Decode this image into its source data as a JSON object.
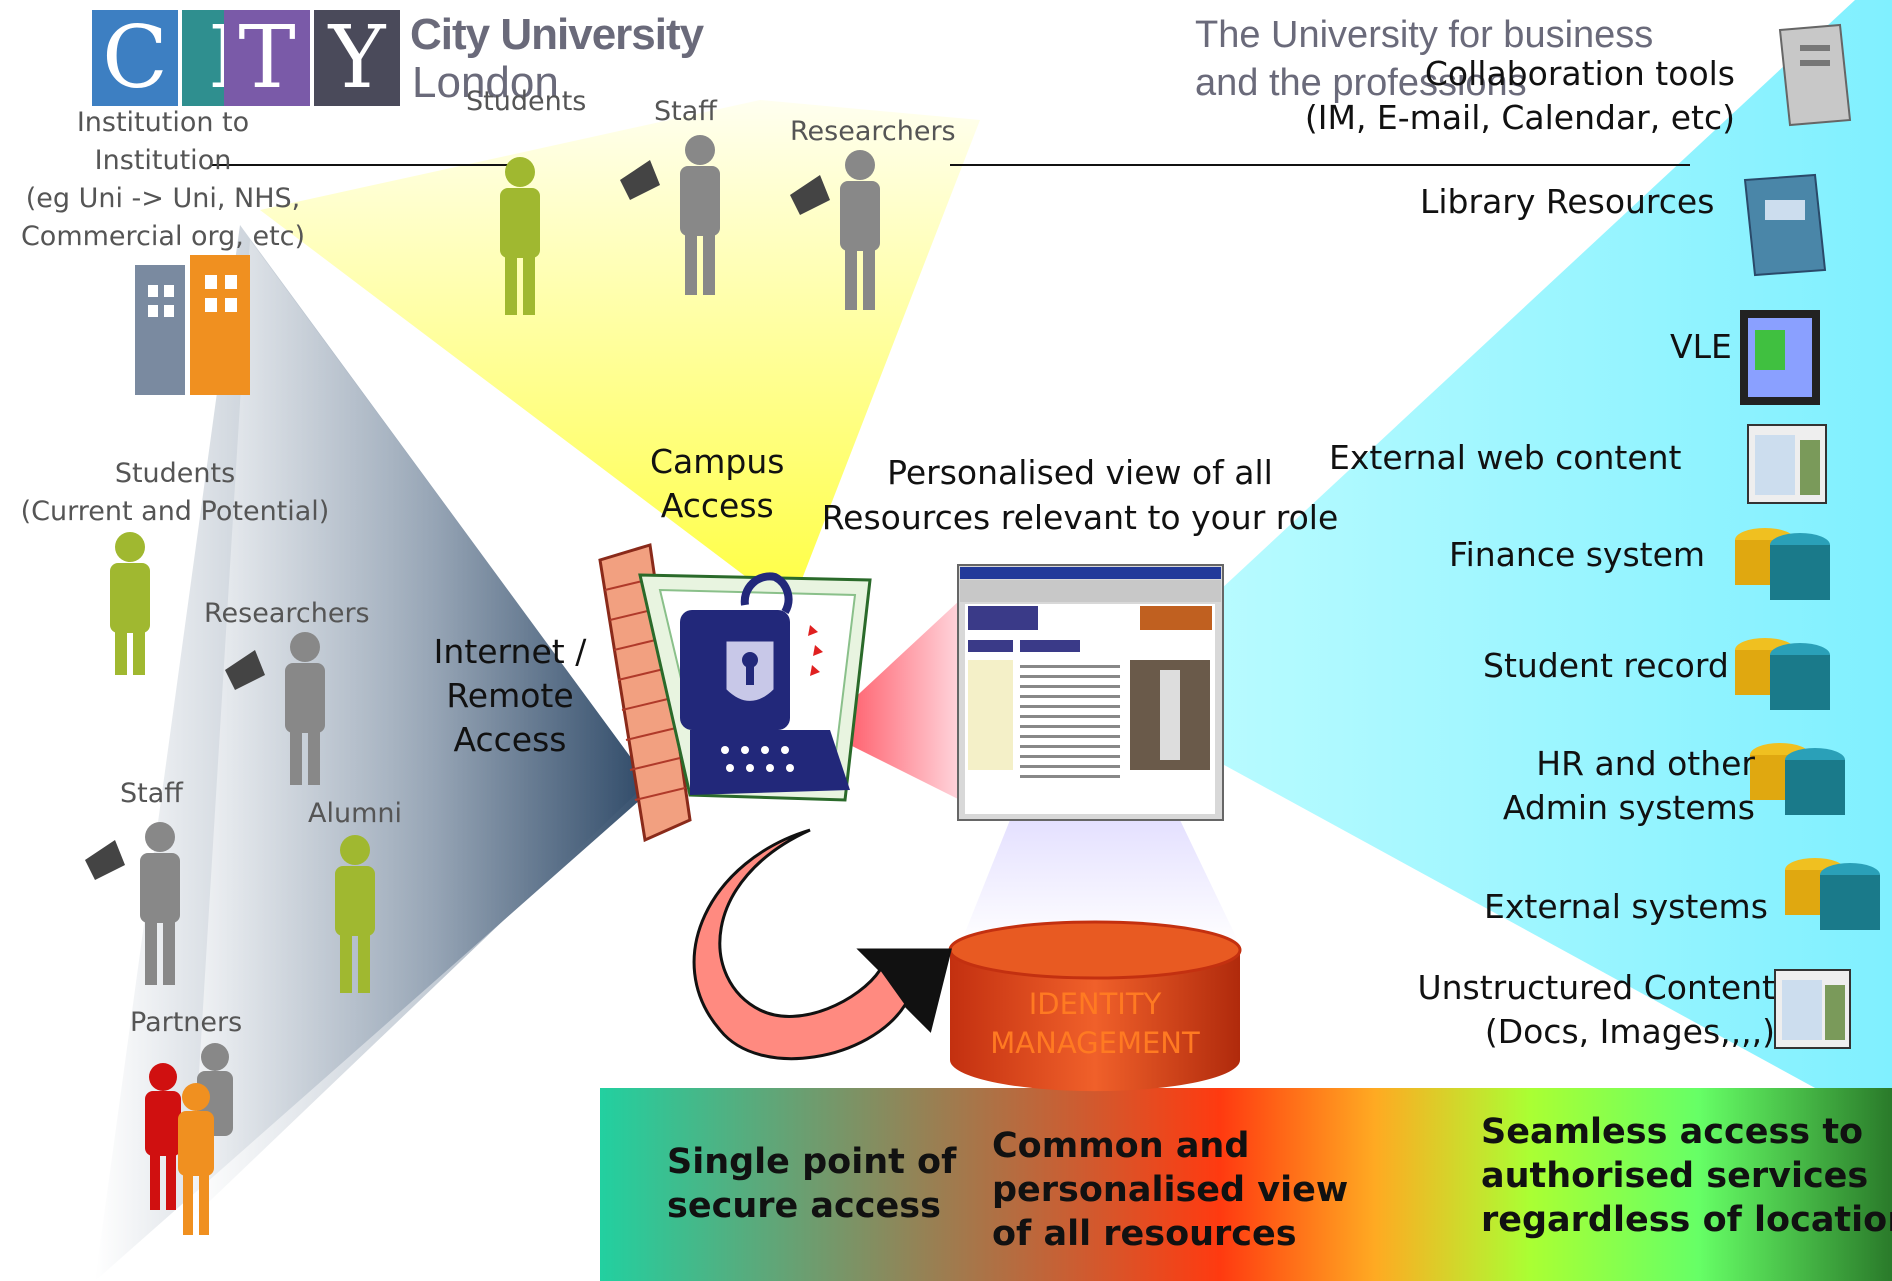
{
  "logo": {
    "letters": [
      "C",
      "I",
      "T",
      "Y"
    ],
    "letter_colors": [
      "#3d7fc2",
      "#2f8f8f",
      "#7a5aa8",
      "#4a4a5a"
    ],
    "name": "City University",
    "city": "London",
    "tagline_line1": "The University for business",
    "tagline_line2": "and the professions"
  },
  "campus_group": {
    "students": "Students",
    "staff": "Staff",
    "researchers": "Researchers",
    "access_label_line1": "Campus",
    "access_label_line2": "Access"
  },
  "remote_group": {
    "institution_line1": "Institution to",
    "institution_line2": "Institution",
    "institution_line3": "(eg Uni -> Uni, NHS,",
    "institution_line4": "Commercial org, etc)",
    "students_line1": "Students",
    "students_line2": "(Current and Potential)",
    "researchers": "Researchers",
    "staff": "Staff",
    "alumni": "Alumni",
    "partners": "Partners",
    "access_label_line1": "Internet /",
    "access_label_line2": "Remote",
    "access_label_line3": "Access"
  },
  "center": {
    "portal_caption_line1": "Personalised view of all",
    "portal_caption_line2": "Resources relevant to your role",
    "identity_line1": "IDENTITY",
    "identity_line2": "MANAGEMENT"
  },
  "resources": {
    "collab_line1": "Collaboration tools",
    "collab_line2": "(IM, E-mail, Calendar, etc)",
    "library": "Library Resources",
    "vle": "VLE",
    "external_web": "External web content",
    "finance": "Finance system",
    "student_record": "Student record",
    "hr_line1": "HR and other",
    "hr_line2": "Admin systems",
    "external_systems": "External systems",
    "unstructured_line1": "Unstructured Content",
    "unstructured_line2": "(Docs, Images,,,,)"
  },
  "benefits": {
    "b1_line1": "Single point of",
    "b1_line2": "secure access",
    "b2_line1": "Common and",
    "b2_line2": "personalised view",
    "b2_line3": "of all resources",
    "b3_line1": "Seamless access to",
    "b3_line2": "authorised services",
    "b3_line3": "regardless of location"
  },
  "colors": {
    "campus_beam": "#ffff66",
    "resources_beam": "#8ff5ff",
    "remote_beam": "#3f5a7a",
    "identity_db": "#e8501c",
    "bottom_band_start": "#22d0a0",
    "bottom_band_mid": "#ff3a10",
    "bottom_band_end": "#2a8a2a"
  }
}
